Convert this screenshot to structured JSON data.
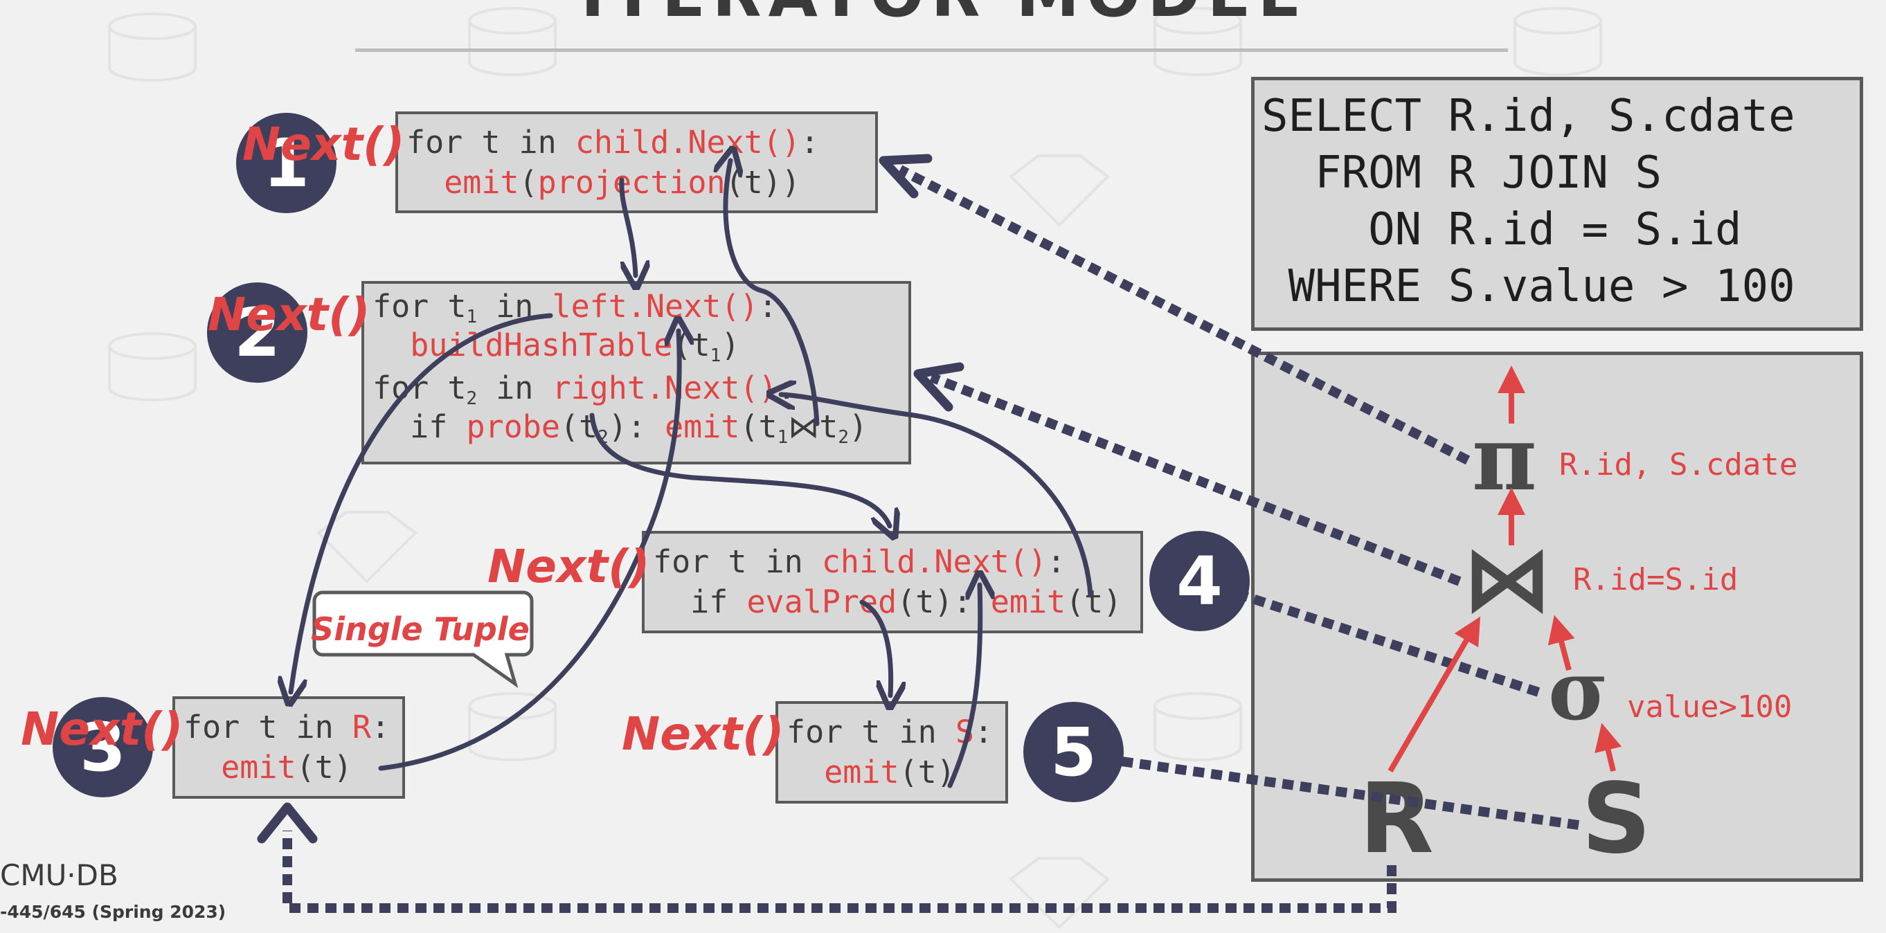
{
  "slide": {
    "title": "ITERATOR MODEL",
    "footer": {
      "logo_text": "CMU·DB",
      "course": "-445/645 (Spring 2023)"
    }
  },
  "operators": [
    {
      "id": 1,
      "call_label": "Next()",
      "lines": [
        [
          {
            "t": "for t in "
          },
          {
            "t": "child.Next()",
            "red": true
          },
          {
            "t": ":"
          }
        ],
        [
          {
            "t": "  "
          },
          {
            "t": "emit",
            "red": true
          },
          {
            "t": "("
          },
          {
            "t": "projection",
            "red": true
          },
          {
            "t": "(t))"
          }
        ]
      ]
    },
    {
      "id": 2,
      "call_label": "Next()",
      "lines": [
        [
          {
            "t": "for t"
          },
          {
            "sub": "1"
          },
          {
            "t": " in "
          },
          {
            "t": "left.Next()",
            "red": true
          },
          {
            "t": ":"
          }
        ],
        [
          {
            "t": "  "
          },
          {
            "t": "buildHashTable",
            "red": true
          },
          {
            "t": "(t"
          },
          {
            "sub": "1"
          },
          {
            "t": ")"
          }
        ],
        [
          {
            "t": "for t"
          },
          {
            "sub": "2"
          },
          {
            "t": " in "
          },
          {
            "t": "right.Next()",
            "red": true
          },
          {
            "t": ":"
          }
        ],
        [
          {
            "t": "  if "
          },
          {
            "t": "probe",
            "red": true
          },
          {
            "t": "(t"
          },
          {
            "sub": "2"
          },
          {
            "t": "): "
          },
          {
            "t": "emit",
            "red": true
          },
          {
            "t": "(t"
          },
          {
            "sub": "1"
          },
          {
            "t": "⋈t"
          },
          {
            "sub": "2"
          },
          {
            "t": ")"
          }
        ]
      ]
    },
    {
      "id": 3,
      "call_label": "Next()",
      "lines": [
        [
          {
            "t": "for t in "
          },
          {
            "t": "R",
            "red": true
          },
          {
            "t": ":"
          }
        ],
        [
          {
            "t": "  "
          },
          {
            "t": "emit",
            "red": true
          },
          {
            "t": "(t)"
          }
        ]
      ]
    },
    {
      "id": 4,
      "call_label": "Next()",
      "lines": [
        [
          {
            "t": "for t in "
          },
          {
            "t": "child.Next()",
            "red": true
          },
          {
            "t": ":"
          }
        ],
        [
          {
            "t": "  if "
          },
          {
            "t": "evalPred",
            "red": true
          },
          {
            "t": "(t): "
          },
          {
            "t": "emit",
            "red": true
          },
          {
            "t": "(t)"
          }
        ]
      ]
    },
    {
      "id": 5,
      "call_label": "Next()",
      "lines": [
        [
          {
            "t": "for t in "
          },
          {
            "t": "S",
            "red": true
          },
          {
            "t": ":"
          }
        ],
        [
          {
            "t": "  "
          },
          {
            "t": "emit",
            "red": true
          },
          {
            "t": "(t)"
          }
        ]
      ]
    }
  ],
  "callout": {
    "text": "Single Tuple"
  },
  "sql": {
    "lines": [
      "SELECT R.id, S.cdate",
      "  FROM R JOIN S",
      "    ON R.id = S.id",
      " WHERE S.value > 100"
    ]
  },
  "plan": {
    "projection": {
      "symbol": "π",
      "label": "R.id, S.cdate"
    },
    "join": {
      "symbol": "⋈",
      "label": "R.id=S.id"
    },
    "selection": {
      "symbol": "σ",
      "label": "value>100"
    },
    "left_table": {
      "symbol": "R"
    },
    "right_table": {
      "symbol": "S"
    }
  },
  "colors": {
    "accent_red": "#e04545",
    "badge_navy": "#3d3f5c",
    "box_fill": "#d8d8d8",
    "box_border": "#5a5a5a",
    "background": "#f1f1f1"
  }
}
